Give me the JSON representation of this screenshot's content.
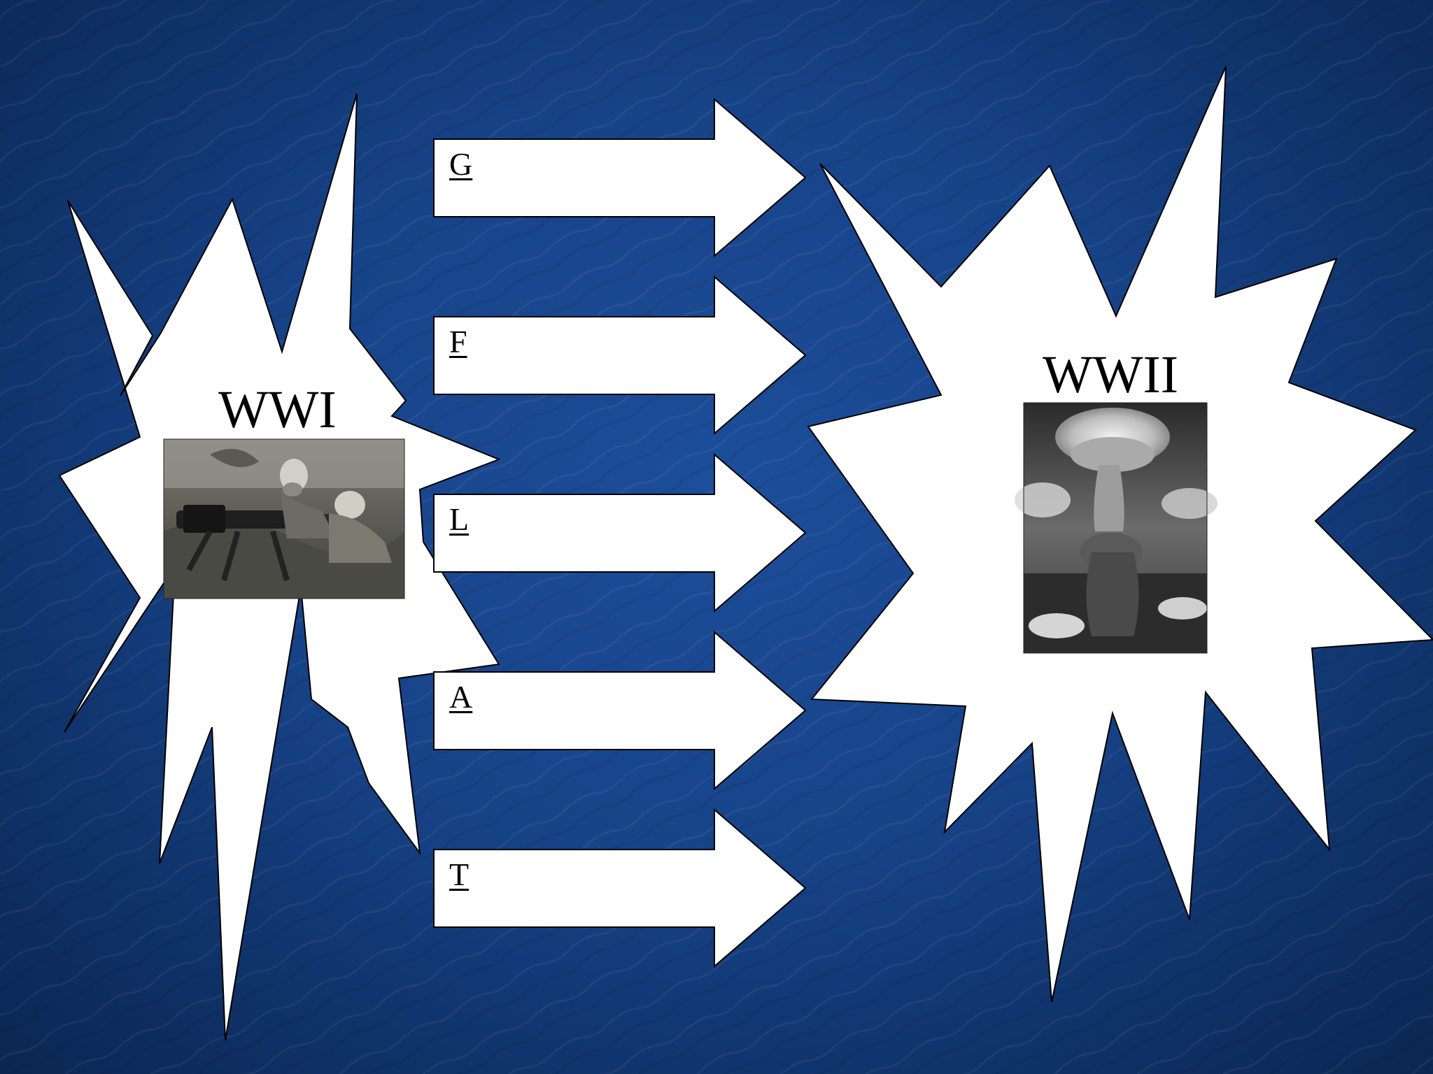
{
  "slide": {
    "left_title": "WWI",
    "right_title": "WWII",
    "arrows": [
      {
        "letter": "G"
      },
      {
        "letter": "F"
      },
      {
        "letter": "L"
      },
      {
        "letter": "A"
      },
      {
        "letter": "T"
      }
    ],
    "colors": {
      "background": "#174388",
      "shape_fill": "#ffffff",
      "outline": "#000000"
    },
    "images": {
      "left": "wwi-machine-gun-soldiers-gas-masks-photo",
      "right": "mushroom-cloud-photo"
    }
  }
}
